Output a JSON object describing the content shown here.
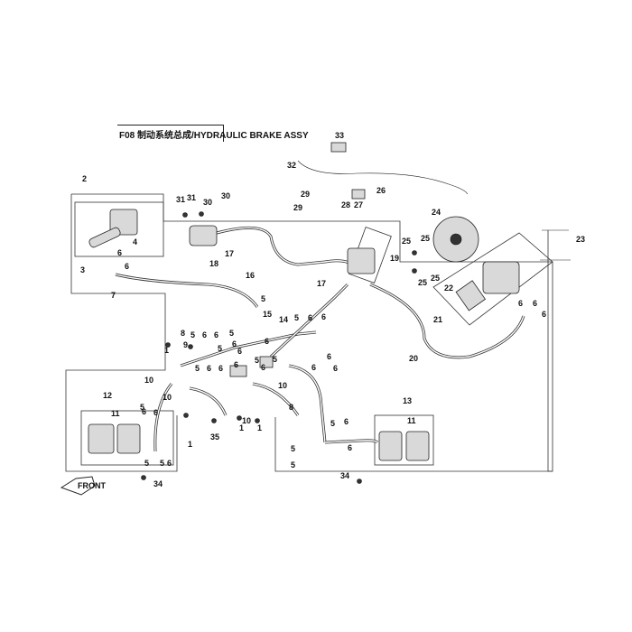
{
  "title": "F08 制动系统总成/HYDRAULIC BRAKE ASSY",
  "callouts": [
    {
      "id": "c33",
      "label": "33"
    },
    {
      "id": "c32",
      "label": "32"
    },
    {
      "id": "c2",
      "label": "2"
    },
    {
      "id": "c31a",
      "label": "31"
    },
    {
      "id": "c31b",
      "label": "31"
    },
    {
      "id": "c30a",
      "label": "30"
    },
    {
      "id": "c30b",
      "label": "30"
    },
    {
      "id": "c29a",
      "label": "29"
    },
    {
      "id": "c29b",
      "label": "29"
    },
    {
      "id": "c28",
      "label": "28"
    },
    {
      "id": "c27",
      "label": "27"
    },
    {
      "id": "c26",
      "label": "26"
    },
    {
      "id": "c24",
      "label": "24"
    },
    {
      "id": "c23",
      "label": "23"
    },
    {
      "id": "c25a",
      "label": "25"
    },
    {
      "id": "c25b",
      "label": "25"
    },
    {
      "id": "c25c",
      "label": "25"
    },
    {
      "id": "c25d",
      "label": "25"
    },
    {
      "id": "c22",
      "label": "22"
    },
    {
      "id": "c21",
      "label": "21"
    },
    {
      "id": "c19",
      "label": "19"
    },
    {
      "id": "c18",
      "label": "18"
    },
    {
      "id": "c17a",
      "label": "17"
    },
    {
      "id": "c17b",
      "label": "17"
    },
    {
      "id": "c16",
      "label": "16"
    },
    {
      "id": "c15",
      "label": "15"
    },
    {
      "id": "c14",
      "label": "14"
    },
    {
      "id": "c20",
      "label": "20"
    },
    {
      "id": "c3",
      "label": "3"
    },
    {
      "id": "c4",
      "label": "4"
    },
    {
      "id": "c7",
      "label": "7"
    },
    {
      "id": "c12",
      "label": "12"
    },
    {
      "id": "c11a",
      "label": "11"
    },
    {
      "id": "c11b",
      "label": "11"
    },
    {
      "id": "c13",
      "label": "13"
    },
    {
      "id": "c10a",
      "label": "10"
    },
    {
      "id": "c10b",
      "label": "10"
    },
    {
      "id": "c10c",
      "label": "10"
    },
    {
      "id": "c10d",
      "label": "10"
    },
    {
      "id": "c9",
      "label": "9"
    },
    {
      "id": "c8a",
      "label": "8"
    },
    {
      "id": "c8b",
      "label": "8"
    },
    {
      "id": "c1a",
      "label": "1"
    },
    {
      "id": "c1b",
      "label": "1"
    },
    {
      "id": "c1c",
      "label": "1"
    },
    {
      "id": "c1d",
      "label": "1"
    },
    {
      "id": "c35",
      "label": "35"
    },
    {
      "id": "c34a",
      "label": "34"
    },
    {
      "id": "c34b",
      "label": "34"
    },
    {
      "id": "c5a",
      "label": "5"
    },
    {
      "id": "c5b",
      "label": "5"
    },
    {
      "id": "c5c",
      "label": "5"
    },
    {
      "id": "c5d",
      "label": "5"
    },
    {
      "id": "c5e",
      "label": "5"
    },
    {
      "id": "c5f",
      "label": "5"
    },
    {
      "id": "c5g",
      "label": "5"
    },
    {
      "id": "c5h",
      "label": "5"
    },
    {
      "id": "c5i",
      "label": "5"
    },
    {
      "id": "c5j",
      "label": "5"
    },
    {
      "id": "c5k",
      "label": "5"
    },
    {
      "id": "c5l",
      "label": "5"
    },
    {
      "id": "c5m",
      "label": "5"
    },
    {
      "id": "c5n",
      "label": "5"
    },
    {
      "id": "c6a",
      "label": "6"
    },
    {
      "id": "c6b",
      "label": "6"
    },
    {
      "id": "c6c",
      "label": "6"
    },
    {
      "id": "c6d",
      "label": "6"
    },
    {
      "id": "c6e",
      "label": "6"
    },
    {
      "id": "c6f",
      "label": "6"
    },
    {
      "id": "c6g",
      "label": "6"
    },
    {
      "id": "c6h",
      "label": "6"
    },
    {
      "id": "c6i",
      "label": "6"
    },
    {
      "id": "c6j",
      "label": "6"
    },
    {
      "id": "c6k",
      "label": "6"
    },
    {
      "id": "c6l",
      "label": "6"
    },
    {
      "id": "c6m",
      "label": "6"
    },
    {
      "id": "c6n",
      "label": "6"
    },
    {
      "id": "c6o",
      "label": "6"
    },
    {
      "id": "c6p",
      "label": "6"
    },
    {
      "id": "c6q",
      "label": "6"
    },
    {
      "id": "c6r",
      "label": "6"
    },
    {
      "id": "c6s",
      "label": "6"
    },
    {
      "id": "c6t",
      "label": "6"
    },
    {
      "id": "c6u",
      "label": "6"
    },
    {
      "id": "c6v",
      "label": "6"
    },
    {
      "id": "c6w",
      "label": "6"
    },
    {
      "id": "c6x",
      "label": "6"
    }
  ],
  "front_badge": "FRONT"
}
